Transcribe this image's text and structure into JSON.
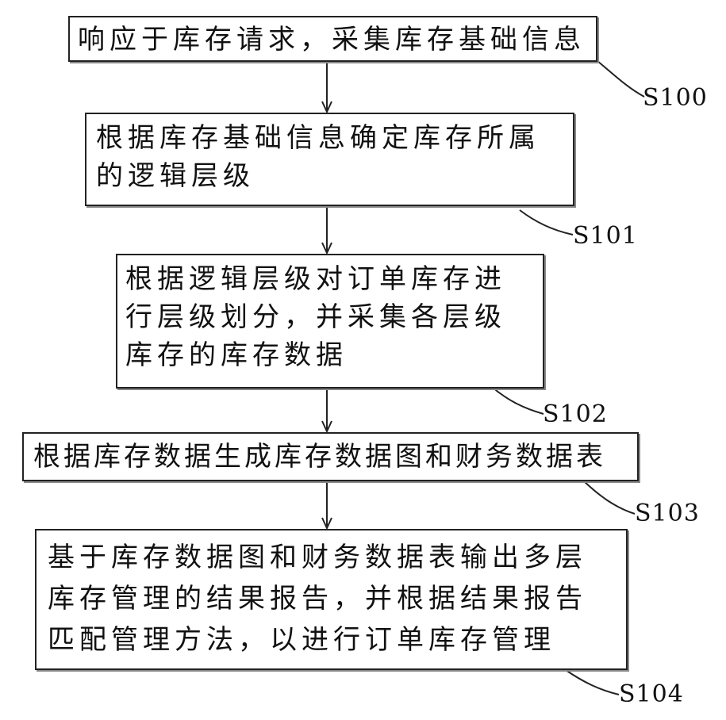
{
  "steps": [
    {
      "id": "S100",
      "text": "响应于库存请求，采集库存基础信息"
    },
    {
      "id": "S101",
      "text": "根据库存基础信息确定库存所属的逻辑层级"
    },
    {
      "id": "S102",
      "text": "根据逻辑层级对订单库存进行层级划分，并采集各层级库存的库存数据"
    },
    {
      "id": "S103",
      "text": "根据库存数据生成库存数据图和财务数据表"
    },
    {
      "id": "S104",
      "text": "基于库存数据图和财务数据表输出多层库存管理的结果报告，并根据结果报告匹配管理方法，以进行订单库存管理"
    }
  ]
}
